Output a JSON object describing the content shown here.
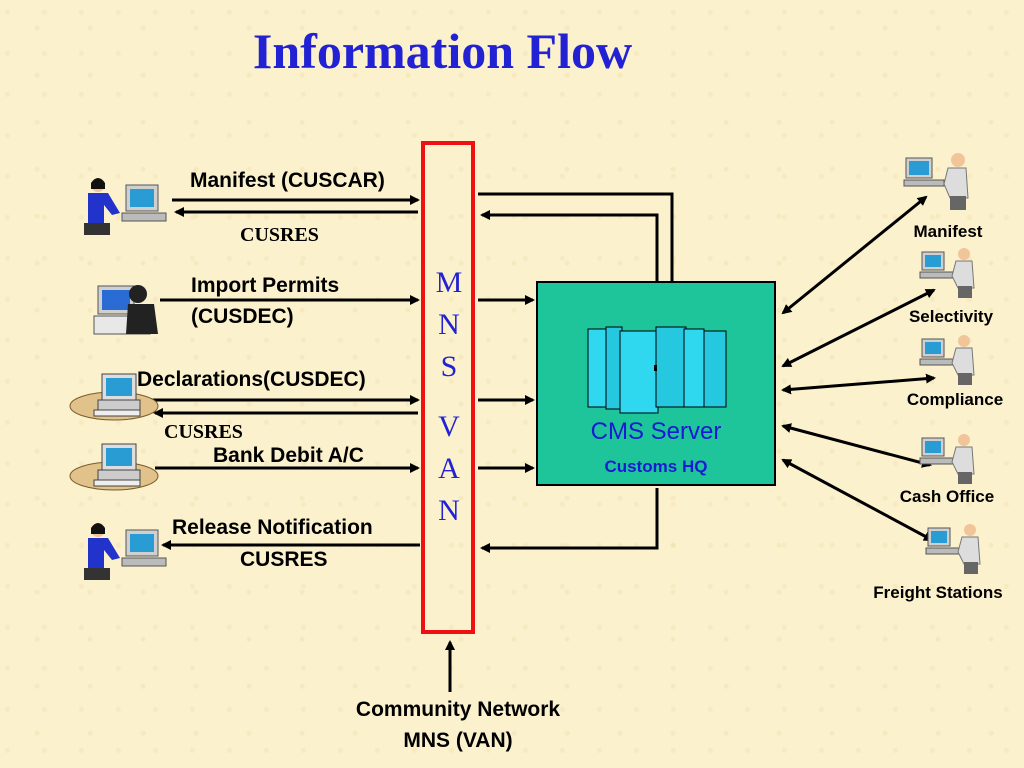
{
  "title": "Information Flow",
  "left_labels": {
    "manifest": "Manifest (CUSCAR)",
    "cusres_1": "CUSRES",
    "import_permits_line1": "Import Permits",
    "import_permits_line2": "(CUSDEC)",
    "declarations": "Declarations(CUSDEC)",
    "cusres_2": "CUSRES",
    "bank_debit": "Bank Debit A/C",
    "release_notification": "Release Notification",
    "cusres_3": "CUSRES"
  },
  "network": {
    "letters": [
      "M",
      "N",
      "S",
      "V",
      "A",
      "N"
    ],
    "border_color": "#ee1111",
    "letter_color": "#2222d4"
  },
  "server": {
    "name": "CMS Server",
    "location": "Customs HQ",
    "box_color": "#1ec59a",
    "icon": "server-rack-icon"
  },
  "right_labels": {
    "manifest": "Manifest",
    "selectivity": "Selectivity",
    "compliance": "Compliance",
    "cash_office": "Cash Office",
    "freight_stations": "Freight Stations"
  },
  "bottom": {
    "line1": "Community Network",
    "line2": "MNS (VAN)"
  },
  "icons": {
    "left": [
      "woman-at-computer-icon",
      "woman-at-computer-icon",
      "desktop-computer-icon",
      "desktop-computer-icon",
      "woman-at-computer-icon"
    ],
    "right": [
      "man-at-computer-icon",
      "man-at-computer-icon",
      "man-at-computer-icon",
      "man-at-computer-icon",
      "man-at-computer-icon"
    ]
  }
}
